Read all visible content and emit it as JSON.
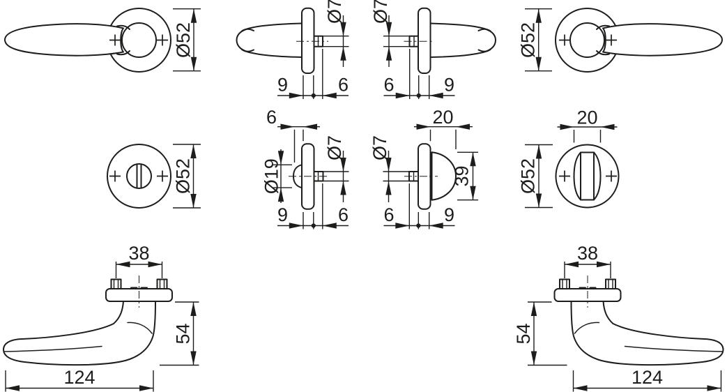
{
  "sheet": {
    "background": "#ffffff",
    "ink": "#1d1d1b"
  },
  "views": {
    "handle_front_left": {
      "dims": {
        "rose_diameter": "Ø52"
      }
    },
    "handle_side_left": {
      "dims": {
        "spindle_diameter": "Ø7",
        "rose_depth": "9",
        "spindle_projection": "6"
      }
    },
    "handle_side_right": {
      "dims": {
        "spindle_diameter": "Ø7",
        "spindle_projection": "6",
        "rose_depth": "9"
      }
    },
    "handle_front_right": {
      "dims": {
        "rose_diameter": "Ø52"
      }
    },
    "wc_rose_front_left": {
      "dims": {
        "rose_diameter": "Ø52"
      }
    },
    "wc_rose_side_left": {
      "dims": {
        "release_projection": "6",
        "release_diameter": "Ø19",
        "spindle_diameter": "Ø7",
        "rose_depth": "9",
        "spindle_projection": "6"
      }
    },
    "wc_rose_side_right": {
      "dims": {
        "turn_projection": "20",
        "spindle_diameter": "Ø7",
        "turn_length": "39",
        "spindle_projection": "6",
        "rose_depth": "9"
      }
    },
    "wc_rose_front_right": {
      "dims": {
        "turn_width": "20",
        "rose_diameter": "Ø52"
      }
    },
    "handle_plan_left": {
      "dims": {
        "screw_spacing": "38",
        "projection": "54",
        "length": "124"
      }
    },
    "handle_plan_right": {
      "dims": {
        "screw_spacing": "38",
        "projection": "54",
        "length": "124"
      }
    }
  }
}
